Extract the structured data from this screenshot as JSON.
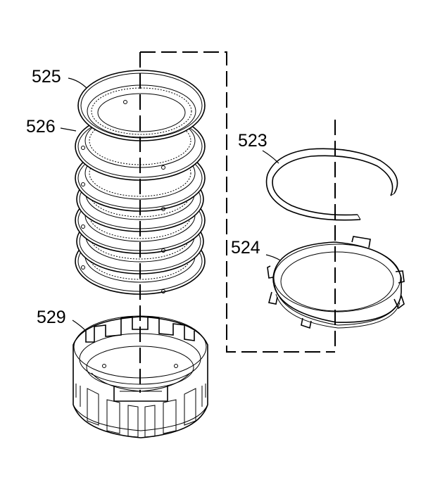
{
  "parts": [
    {
      "id": "clutch-plate-525",
      "label": "525"
    },
    {
      "id": "clutch-plate-526",
      "label": "526"
    },
    {
      "id": "snap-ring-523",
      "label": "523"
    },
    {
      "id": "backing-plate-524",
      "label": "524"
    },
    {
      "id": "clutch-housing-529",
      "label": "529"
    }
  ]
}
